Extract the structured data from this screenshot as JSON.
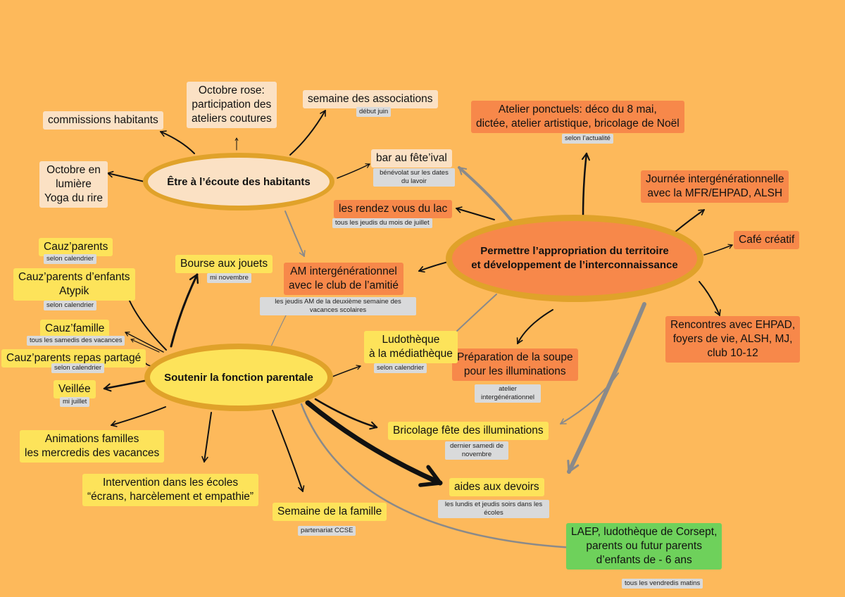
{
  "hubs": {
    "ecoute": "Être à l’écoute des habitants",
    "parentale": "Soutenir la fonction parentale",
    "territoire": "Permettre l’appropriation du territoire\net développement de l’interconnaissance"
  },
  "ecoute_nodes": {
    "commissions": "commissions habitants",
    "octobre_rose": "Octobre rose:\nparticipation des\nateliers coutures",
    "semaine_assoc": "semaine des associations",
    "semaine_assoc_note": "début juin",
    "octobre_lumiere": "Octobre en\nlumière\nYoga du rire"
  },
  "shared_nodes": {
    "bar": "bar au fête’ival",
    "bar_note": "bénévolat sur les dates\ndu lavoir",
    "rdv_lac": "les rendez vous du lac",
    "rdv_lac_note": "tous les jeudis du mois de juillet",
    "am": "AM intergénérationnel\navec le club de l’amitié",
    "am_note": "les jeudis AM de la deuxième semaine des\nvacances scolaires"
  },
  "territoire_nodes": {
    "atelier": "Atelier ponctuels: déco du 8 mai,\ndictée, atelier artistique, bricolage de Noël",
    "atelier_note": "selon l’actualité",
    "journee": "Journée intergénérationnelle\navec la MFR/EHPAD, ALSH",
    "cafe": "Café créatif",
    "rencontres": "Rencontres avec EHPAD,\nfoyers de vie, ALSH, MJ,\nclub 10-12",
    "soupe": "Préparation de la soupe\npour les illuminations",
    "soupe_note": "atelier\nintergénérationnel"
  },
  "parentale_nodes": {
    "cauz_parents": "Cauz’parents",
    "cauz_parents_note": "selon calendrier",
    "cauz_atypik": "Cauz’parents d’enfants\nAtypik",
    "cauz_atypik_note": "selon calendrier",
    "cauz_famille": "Cauz’famille",
    "cauz_famille_note": "tous les samedis des vacances",
    "cauz_repas": "Cauz’parents repas partagé",
    "cauz_repas_note": "selon calendrier",
    "veillee": "Veillée",
    "veillee_note": "mi juillet",
    "bourse": "Bourse aux jouets",
    "bourse_note": "mi novembre",
    "animations": "Animations familles\nles mercredis des vacances",
    "intervention": "Intervention dans les écoles\n“écrans, harcèlement et empathie”",
    "semaine_famille": "Semaine de la famille",
    "semaine_famille_note": "partenariat CCSE",
    "ludotheque": "Ludothèque\nà la médiathèque",
    "ludotheque_note": "selon calendrier",
    "bricolage": "Bricolage fête des illuminations",
    "bricolage_note": "dernier samedi de\nnovembre",
    "devoirs": "aides aux devoirs",
    "devoirs_note": "les lundis et jeudis soirs dans les\nécoles",
    "laep": "LAEP, ludothèque de Corsept,\nparents ou futur parents\nd’enfants de - 6 ans",
    "laep_note": "tous les vendredis matins"
  }
}
